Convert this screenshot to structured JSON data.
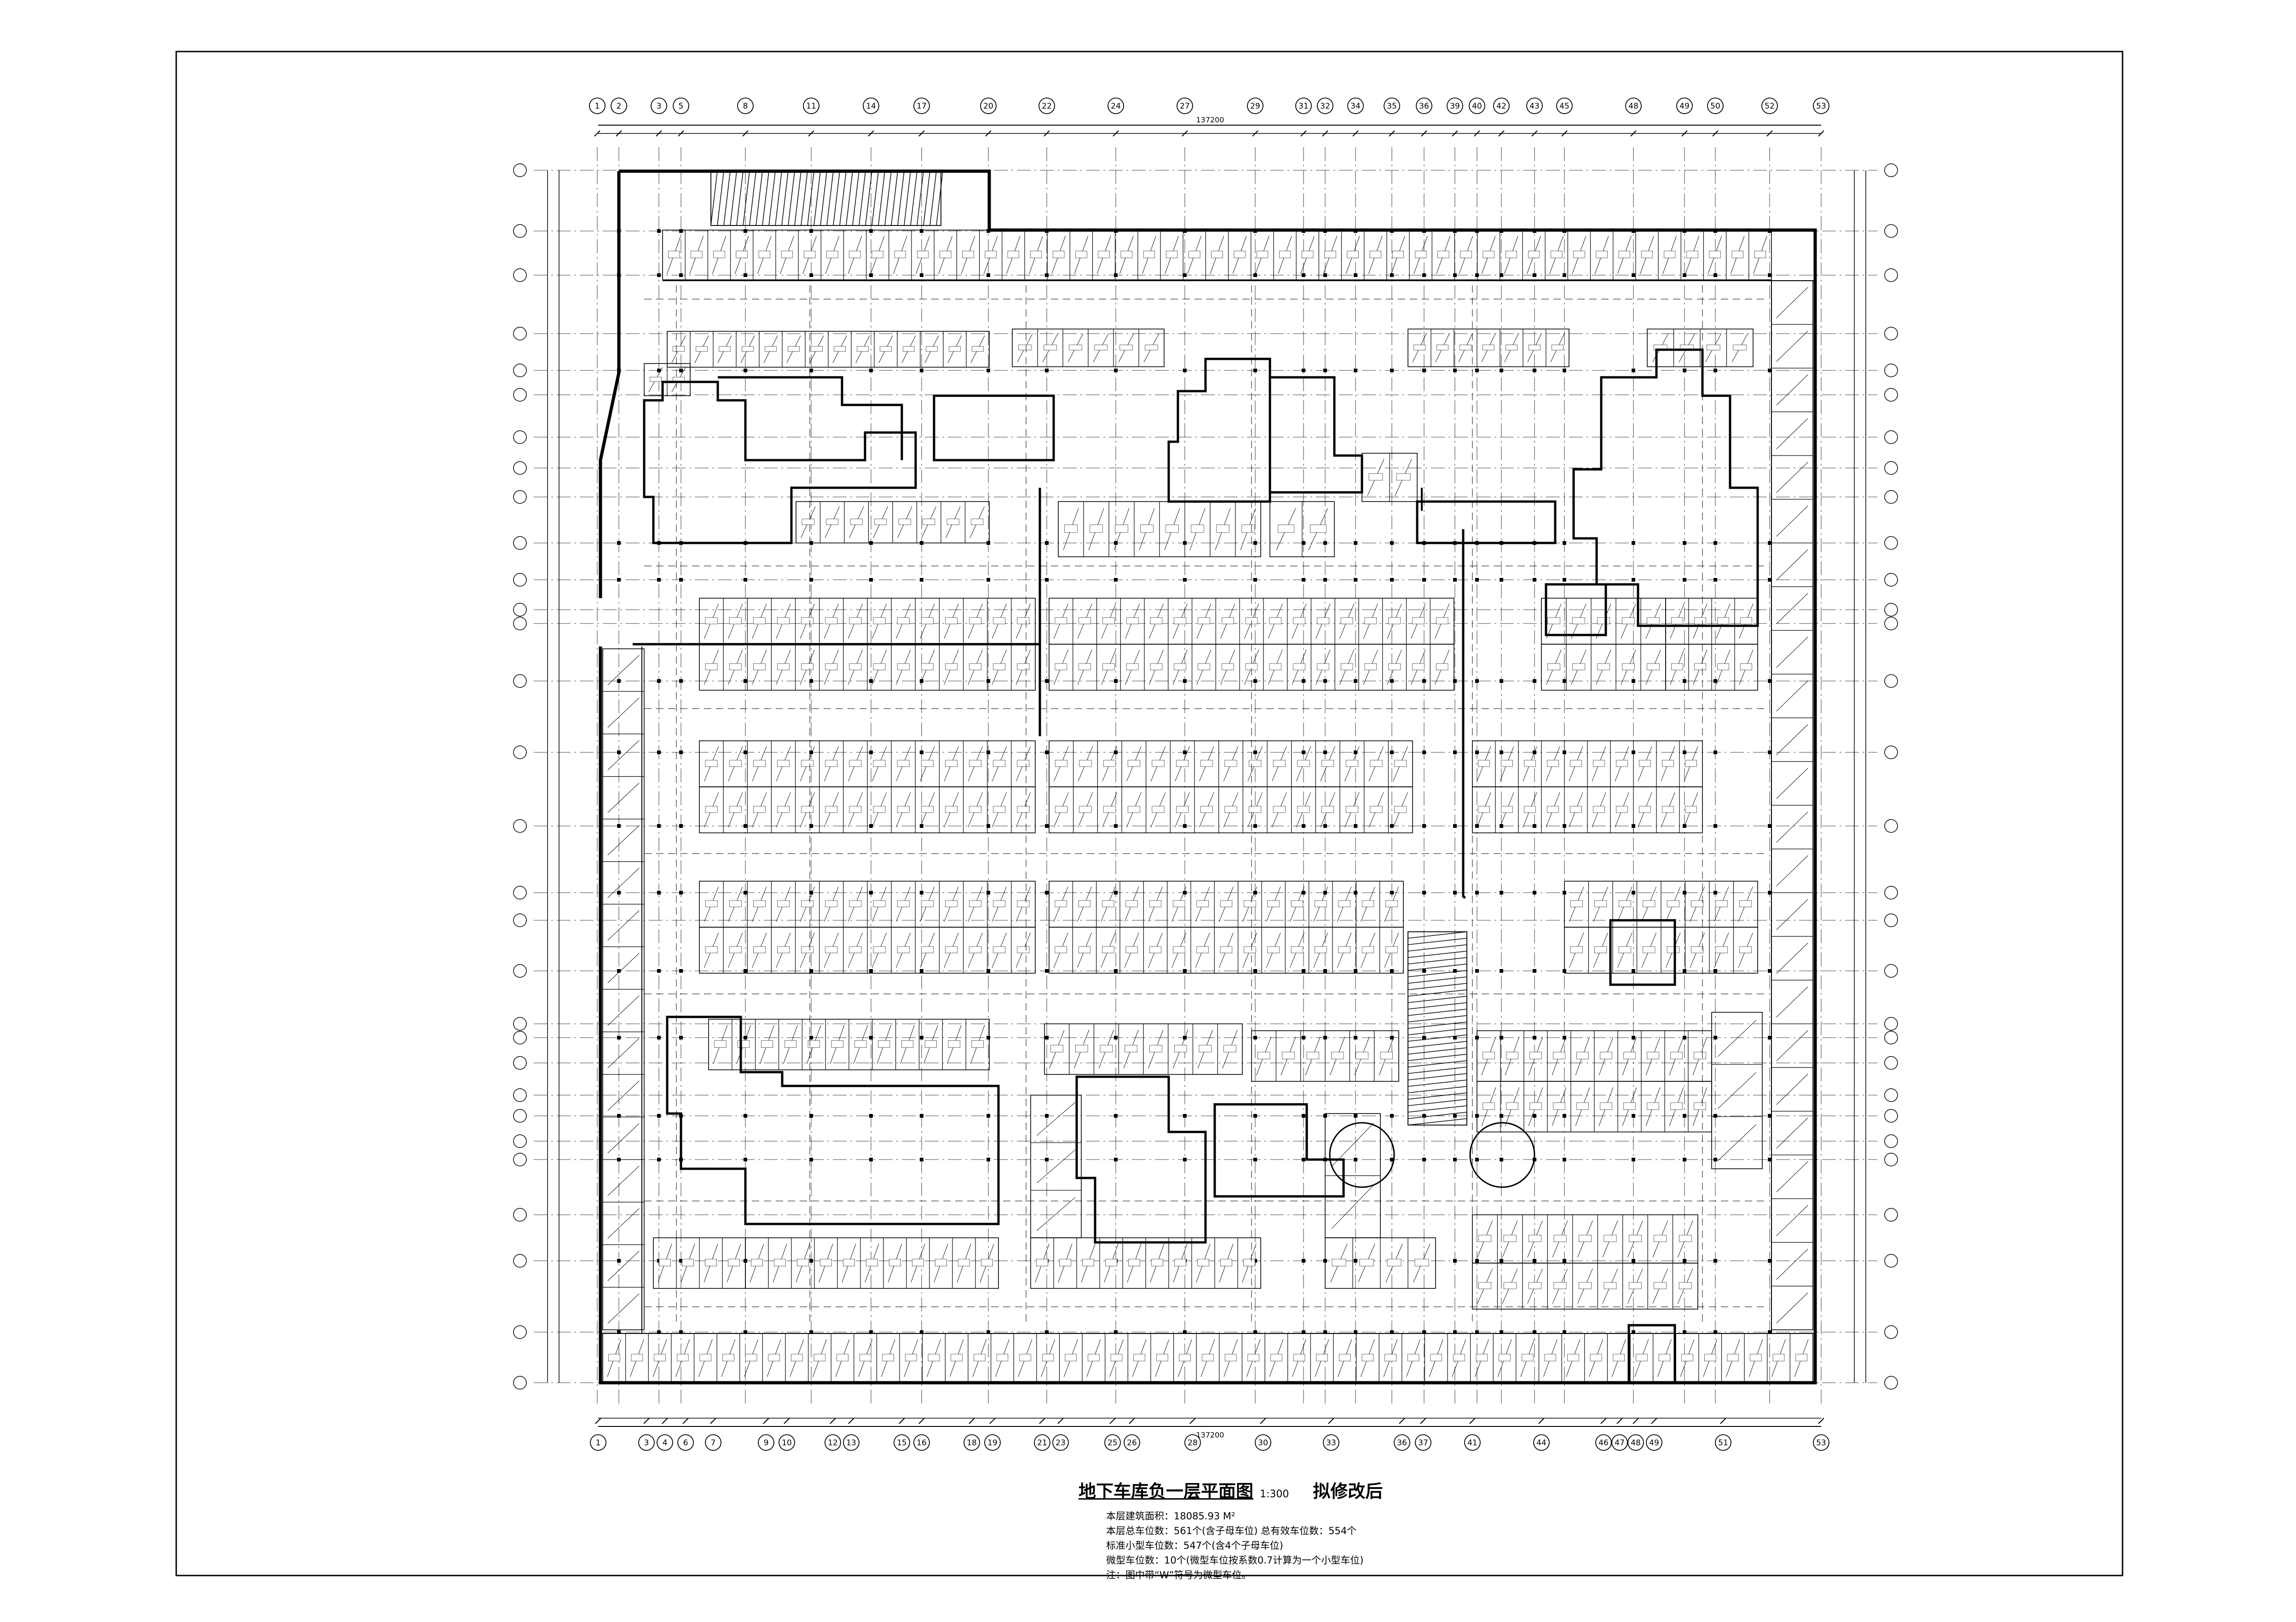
{
  "drawing": {
    "title": "地下车库负一层平面图",
    "scale": "1:300",
    "status": "拟修改后",
    "notes": [
      "本层建筑面积：18085.93 M²",
      "本层总车位数：561个(含子母车位)  总有效车位数：554个",
      "标准小型车位数：547个(含4个子母车位)",
      "微型车位数：10个(微型车位按系数0.7计算为一个小型车位)",
      "注：图中带“W”符号为微型车位。"
    ]
  },
  "grid": {
    "top_axes": [
      "1",
      "2",
      "3",
      "5",
      "8",
      "11",
      "14",
      "17",
      "20",
      "22",
      "24",
      "27",
      "29",
      "31",
      "32",
      "34",
      "35",
      "36",
      "39",
      "40",
      "42",
      "43",
      "45",
      "48",
      "49",
      "50",
      "52",
      "53"
    ],
    "bottom_axes": [
      "1",
      "3",
      "4",
      "6",
      "7",
      "9",
      "10",
      "12",
      "13",
      "15",
      "16",
      "18",
      "19",
      "21",
      "23",
      "25",
      "26",
      "28",
      "30",
      "33",
      "36",
      "37",
      "41",
      "44",
      "46",
      "47",
      "48",
      "49",
      "51",
      "53"
    ],
    "total_dimension_top": "137200",
    "total_dimension_bottom": "137200"
  },
  "colors": {
    "line": "#000000",
    "paper": "#ffffff",
    "ramp_hatch": "#111111"
  }
}
